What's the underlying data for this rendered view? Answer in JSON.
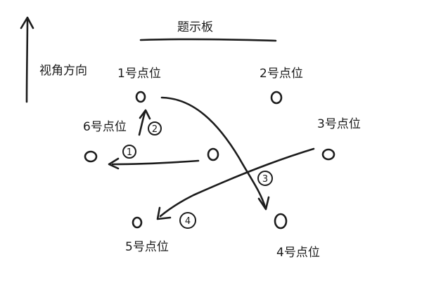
{
  "board": {
    "label": "题示板"
  },
  "view": {
    "label": "视角方向"
  },
  "points": {
    "p1": "1号点位",
    "p2": "2号点位",
    "p3": "3号点位",
    "p4": "4号点位",
    "p5": "5号点位",
    "p6": "6号点位"
  },
  "steps": {
    "s1": "1",
    "s2": "2",
    "s3": "3",
    "s4": "4"
  }
}
